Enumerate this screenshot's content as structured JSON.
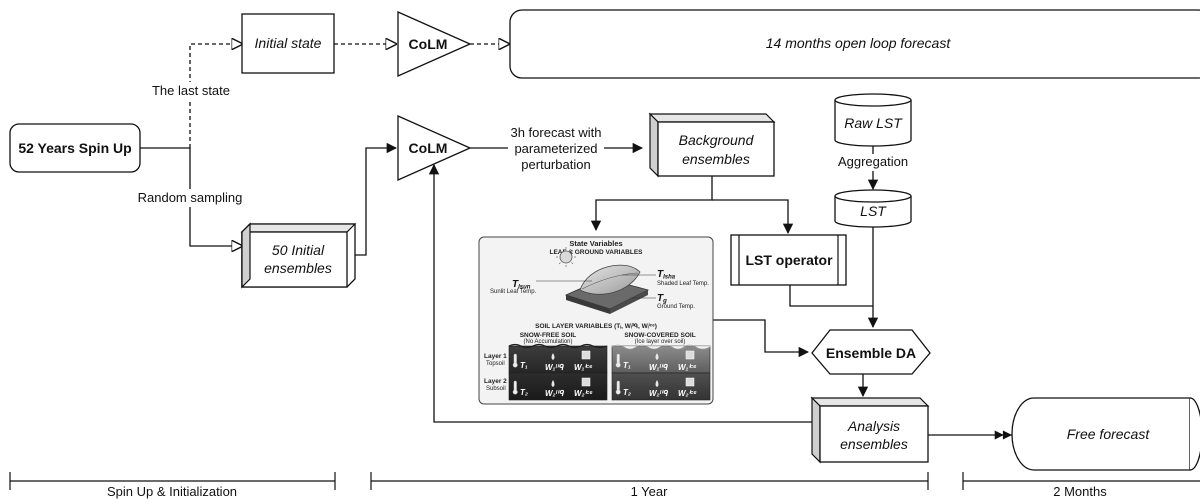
{
  "diagram": {
    "nodes": {
      "spin_up": "52 Years Spin Up",
      "initial_state": "Initial state",
      "colm_top": "CoLM",
      "open_loop": "14 months open loop forecast",
      "initial_ensembles_line1": "50 Initial",
      "initial_ensembles_line2": "ensembles",
      "colm_mid": "CoLM",
      "background_line1": "Background",
      "background_line2": "ensembles",
      "raw_lst": "Raw LST",
      "lst": "LST",
      "lst_operator": "LST operator",
      "ensemble_da": "Ensemble DA",
      "analysis_line1": "Analysis",
      "analysis_line2": "ensembles",
      "free_forecast": "Free forecast"
    },
    "edge_labels": {
      "last_state": "The last state",
      "random_sampling": "Random sampling",
      "forecast_line1": "3h forecast with",
      "forecast_line2": "parameterized",
      "forecast_line3": "perturbation",
      "aggregation": "Aggregation"
    },
    "state_panel": {
      "title": "State Variables",
      "leaf_ground": "LEAF & GROUND VARIABLES",
      "t_lsun": "T",
      "t_lsun_sub": "lsun",
      "t_lsun_desc": "Sunlit Leaf Temp.",
      "t_lsha": "T",
      "t_lsha_sub": "lsha",
      "t_lsha_desc": "Shaded Leaf Temp.",
      "t_g": "T",
      "t_g_sub": "g",
      "t_g_desc": "Ground Temp.",
      "soil_title": "SOIL LAYER VARIABLES (Tᵢ, Wᵢˡⁱᑫ, Wᵢⁱᶜᵉ)",
      "snow_free": "SNOW-FREE SOIL",
      "snow_free_sub": "(No Accumulation)",
      "snow_covered": "SNOW-COVERED SOIL",
      "snow_covered_sub": "(Ice layer over soil)",
      "layer1": "Layer 1",
      "layer1_sub": "Topsoil",
      "layer2": "Layer 2",
      "layer2_sub": "Subsoil",
      "t1": "T₁",
      "t2": "T₂",
      "w1_liq": "W₁ˡⁱᑫ",
      "w2_liq": "W₂ˡⁱᑫ",
      "w1_ice": "W₁ⁱᶜᵉ",
      "w2_ice": "W₂ⁱᶜᵉ"
    },
    "timeline": {
      "spin_up_init": "Spin Up & Initialization",
      "one_year": "1 Year",
      "two_months": "2 Months"
    }
  }
}
